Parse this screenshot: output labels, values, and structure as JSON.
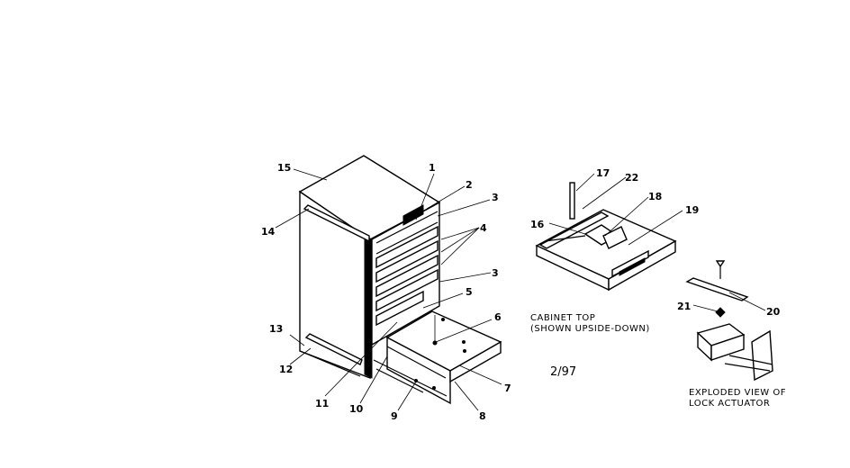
{
  "callouts": [
    "1",
    "2",
    "3",
    "4",
    "3",
    "5",
    "6",
    "7",
    "8",
    "9",
    "10",
    "11",
    "12",
    "13",
    "14",
    "15",
    "16",
    "17",
    "22",
    "18",
    "19",
    "20",
    "21"
  ],
  "captions": {
    "cabinet_top_line1": "CABINET TOP",
    "cabinet_top_line2": "(SHOWN UPSIDE-DOWN)",
    "date_code": "2/97",
    "lock_line1": "EXPLODED VIEW OF",
    "lock_line2": "LOCK ACTUATOR"
  }
}
